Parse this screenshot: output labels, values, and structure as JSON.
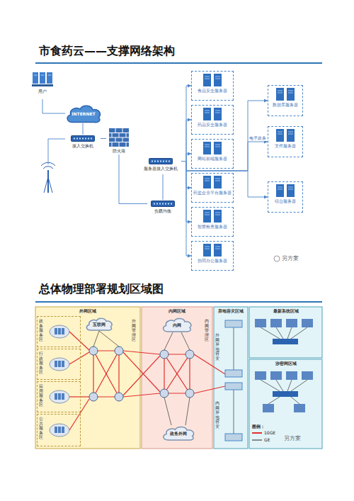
{
  "diagram": {
    "title": "市食药云——支撑网络架构",
    "nodes": [
      {
        "text": [
          "用户"
        ]
      },
      {
        "text": [
          "INTERNET"
        ]
      },
      {
        "text": [
          "接入交换机"
        ]
      },
      {
        "text": [
          "防火墙"
        ]
      },
      {
        "text": [
          "服务器接入交换机"
        ]
      },
      {
        "text": [
          "负载均衡"
        ]
      },
      {
        "text": [
          "食品安全服务器"
        ]
      },
      {
        "text": [
          "药品安全服务器"
        ]
      },
      {
        "text": [
          "网站前端服务器"
        ]
      },
      {
        "text": [
          "药监企业平台服务器"
        ]
      },
      {
        "text": [
          "智慧检查服务器"
        ]
      },
      {
        "text": [
          "协同办公服务器"
        ]
      },
      {
        "text": [
          "数据库服务器"
        ]
      },
      {
        "text": [
          "文件服务器"
        ]
      },
      {
        "text": [
          "综合服务器"
        ]
      },
      {
        "text": [
          "外网区域"
        ]
      },
      {
        "text": [
          "政务服务区"
        ],
        "in": 15
      },
      {
        "text": [
          "行政服务区"
        ],
        "in": 15
      },
      {
        "text": [
          "应用服务区"
        ],
        "in": 15
      },
      {
        "text": [
          "公共服务区"
        ],
        "in": 15
      },
      {
        "text": [
          "互联网"
        ],
        "in": 15
      },
      {
        "text": [
          "内网区域"
        ]
      },
      {
        "text": [
          "内网"
        ],
        "in": 21
      },
      {
        "text": [
          "政务外网"
        ],
        "in": 21
      },
      {
        "text": [
          "异地容灾区域"
        ]
      },
      {
        "text": [
          "最新系统区域"
        ]
      },
      {
        "text": [
          "涉密网区域"
        ]
      }
    ],
    "edges": [
      {
        "from": 0,
        "to": 1,
        "arrow": "none"
      },
      {
        "from": 1,
        "to": 2,
        "arrow": "none"
      },
      {
        "from": 2,
        "to": 3,
        "arrow": "none"
      },
      {
        "from": 3,
        "to": 5,
        "arrow": "none"
      },
      {
        "from": 5,
        "to": 4,
        "arrow": "none"
      },
      {
        "from": 4,
        "to": 6,
        "arrow": "to"
      },
      {
        "from": 4,
        "to": 7,
        "arrow": "to"
      },
      {
        "from": 4,
        "to": 8,
        "arrow": "to"
      },
      {
        "from": 4,
        "to": 9,
        "arrow": "to"
      },
      {
        "from": 4,
        "to": 10,
        "arrow": "to"
      },
      {
        "from": 4,
        "to": 11,
        "arrow": "to"
      },
      {
        "from": 4,
        "to": 12,
        "arrow": "to"
      },
      {
        "from": 4,
        "to": 13,
        "arrow": "to",
        "label": "电子政务"
      },
      {
        "from": 4,
        "to": 14,
        "arrow": "to"
      }
    ],
    "labels": [
      "总体物理部署规划区域图",
      "另方案",
      "外网管理区",
      "内网管理区",
      "外网异地容灾",
      "内网异地容灾",
      "图例：",
      "另方案"
    ],
    "legend": [
      {
        "text": "10GE"
      },
      {
        "text": "GE"
      }
    ]
  }
}
